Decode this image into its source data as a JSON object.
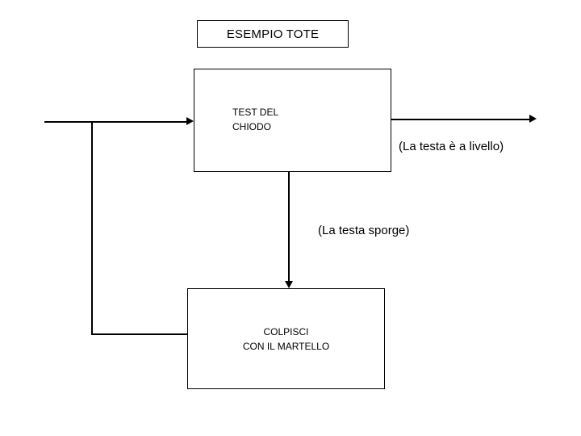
{
  "diagram": {
    "title_box": {
      "label": "ESEMPIO TOTE"
    },
    "test_box": {
      "label": "TEST DEL\nCHIODO"
    },
    "action_box": {
      "label": "COLPISCI\nCON IL MARTELLO"
    },
    "edge_labels": {
      "exit": "(La testa è a livello)",
      "loop": "(La testa sporge)"
    },
    "colors": {
      "stroke": "#000000",
      "background": "#ffffff",
      "text": "#000000"
    }
  }
}
